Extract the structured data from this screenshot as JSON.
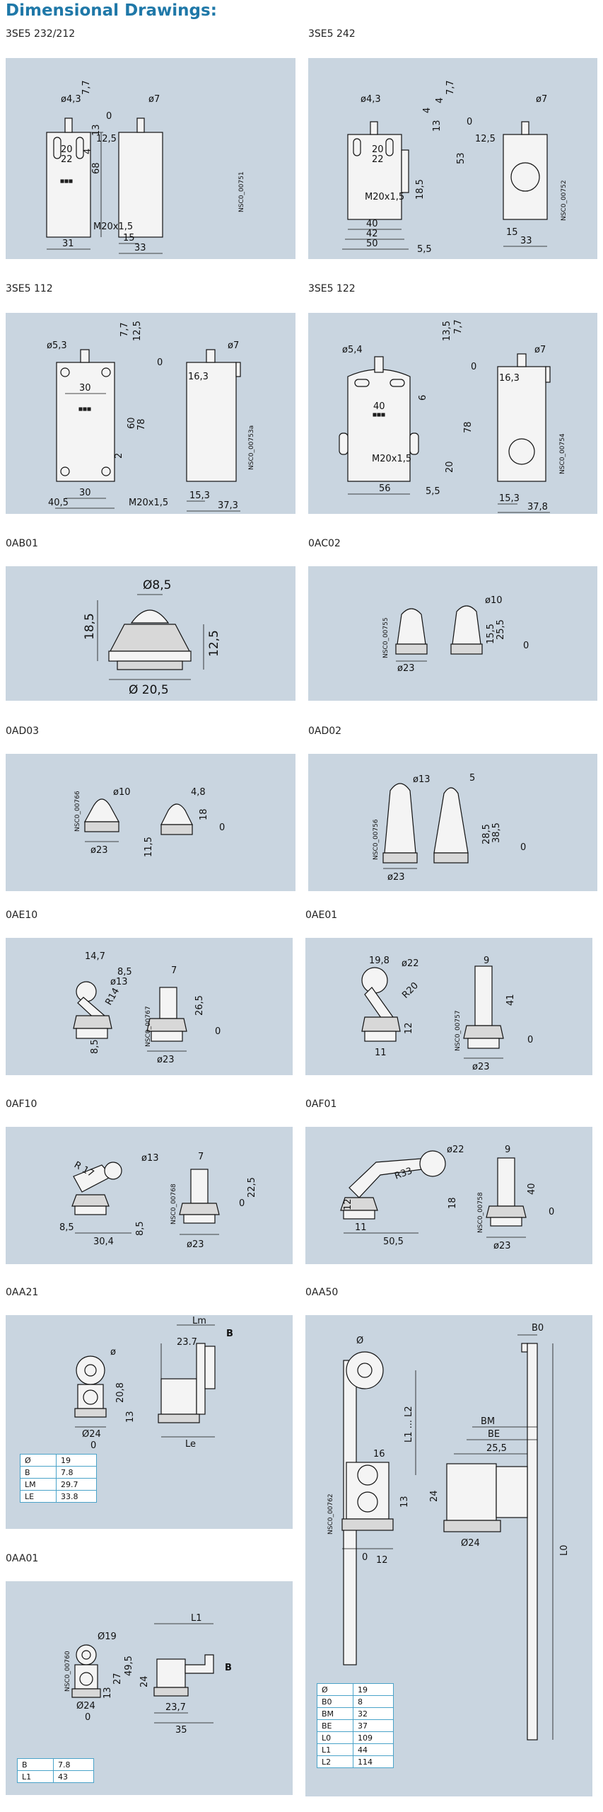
{
  "page": {
    "heading": "Dimensional Drawings:",
    "panel_color": "#c9d5e0",
    "table_border_color": "#4aa3c9",
    "heading_color": "#1f78a8"
  },
  "drawings": {
    "d1": {
      "title": "3SE5 232/212",
      "labels": [
        "ø4,3",
        "7,7",
        "0",
        "4",
        "13",
        "20",
        "22",
        "68",
        "12,5",
        "ø7",
        "31",
        "M20x1,5",
        "15",
        "33"
      ],
      "code": "NSC0_00751"
    },
    "d2": {
      "title": "3SE5 242",
      "labels": [
        "ø4,3",
        "7,7",
        "4",
        "4",
        "0",
        "13",
        "20",
        "22",
        "53",
        "18,5",
        "M20x1,5",
        "40",
        "42",
        "50",
        "5,5",
        "12,5",
        "ø7",
        "15",
        "33"
      ],
      "code": "NSC0_00752"
    },
    "d3": {
      "title": "3SE5 112",
      "labels": [
        "ø5,3",
        "7,7",
        "12,5",
        "0",
        "30",
        "60",
        "78",
        "2",
        "30",
        "40,5",
        "M20x1,5",
        "ø7",
        "16,3",
        "15,3",
        "37,3"
      ],
      "code": "NSC0_00753a"
    },
    "d4": {
      "title": "3SE5 122",
      "labels": [
        "ø5,4",
        "13,5",
        "7,7",
        "0",
        "40",
        "6",
        "78",
        "M20x1,5",
        "20",
        "56",
        "5,5",
        "ø7",
        "16,3",
        "15,3",
        "37,8"
      ],
      "code": "NSC0_00754"
    },
    "d5": {
      "title": "0AB01",
      "labels": [
        "Ø8,5",
        "18,5",
        "12,5",
        "Ø 20,5"
      ]
    },
    "d6": {
      "title": "0AC02",
      "labels": [
        "ø10",
        "25,5",
        "15,5",
        "0",
        "ø23"
      ],
      "code": "NSC0_00755"
    },
    "d7": {
      "title": "0AD03",
      "labels": [
        "ø10",
        "4,8",
        "18",
        "0",
        "11,5",
        "ø23"
      ],
      "code": "NSC0_00766"
    },
    "d8": {
      "title": "0AD02",
      "labels": [
        "ø13",
        "5",
        "38,5",
        "28,5",
        "0",
        "ø23"
      ],
      "code": "NSC0_00756"
    },
    "d9": {
      "title": "0AE10",
      "labels": [
        "14,7",
        "8,5",
        "ø13",
        "R14",
        "7",
        "26,5",
        "0",
        "8,5",
        "ø23"
      ],
      "code": "NSC0_00767"
    },
    "d10": {
      "title": "0AE01",
      "labels": [
        "19,8",
        "ø22",
        "R20",
        "9",
        "41",
        "12",
        "0",
        "11",
        "ø23"
      ],
      "code": "NSC0_00757"
    },
    "d11": {
      "title": "0AF10",
      "labels": [
        "R 17",
        "ø13",
        "7",
        "22,5",
        "0",
        "8,5",
        "30,4",
        "8,5",
        "ø23"
      ],
      "code": "NSC0_00768"
    },
    "d12": {
      "title": "0AF01",
      "labels": [
        "ø22",
        "R33",
        "9",
        "40",
        "18",
        "0",
        "12",
        "11",
        "50,5",
        "ø23"
      ],
      "code": "NSC0_00758"
    },
    "d13": {
      "title": "0AA21",
      "labels": [
        "ø",
        "Lm",
        "23.7",
        "B",
        "20,8",
        "13",
        "Ø24",
        "0",
        "Le"
      ],
      "table": [
        [
          "Ø",
          "19"
        ],
        [
          "B",
          "7.8"
        ],
        [
          "LM",
          "29.7"
        ],
        [
          "LE",
          "33.8"
        ]
      ]
    },
    "d14": {
      "title": "0AA50",
      "labels": [
        "Ø",
        "B0",
        "BM",
        "BE",
        "25,5",
        "16",
        "L1 ... L2",
        "L0",
        "24",
        "13",
        "Ø24",
        "0",
        "12"
      ],
      "code": "NSC0_00762",
      "table": [
        [
          "Ø",
          "19"
        ],
        [
          "B0",
          "8"
        ],
        [
          "BM",
          "32"
        ],
        [
          "BE",
          "37"
        ],
        [
          "L0",
          "109"
        ],
        [
          "L1",
          "44"
        ],
        [
          "L2",
          "114"
        ]
      ]
    },
    "d15": {
      "title": "0AA01",
      "labels": [
        "Ø19",
        "49,5",
        "27",
        "13",
        "24",
        "L1",
        "B",
        "23,7",
        "35",
        "Ø24",
        "0"
      ],
      "code": "NSC0_00760",
      "table": [
        [
          "B",
          "7.8"
        ],
        [
          "L1",
          "43"
        ]
      ]
    }
  }
}
